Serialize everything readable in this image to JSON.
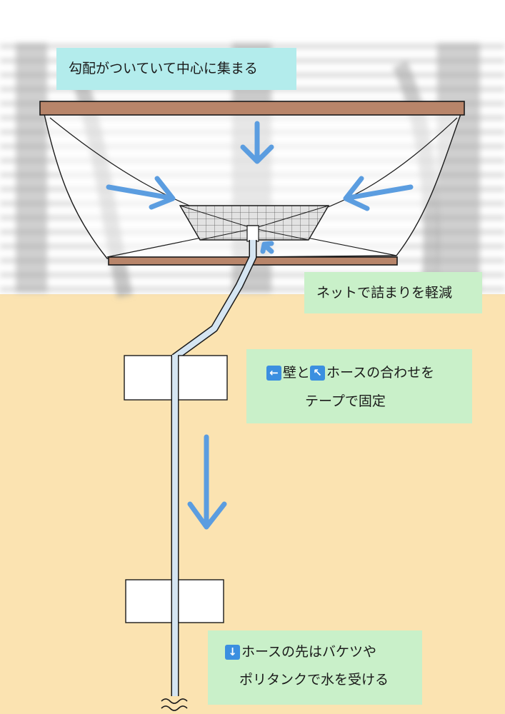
{
  "labels": {
    "slope": "勾配がついていて中心に集まる",
    "net": "ネットで詰まりを軽減",
    "tape_line1": "壁と",
    "tape_line1b": "ホースの合わせを",
    "tape_line2": "テープで固定",
    "hose_line1": "ホースの先はバケツや",
    "hose_line2": "ポリタンクで水を受ける"
  },
  "icons": {
    "arrow_left": "←",
    "arrow_upleft": "↖",
    "arrow_down": "↓"
  },
  "colors": {
    "wall": "#fbe3b1",
    "label_green": "#c9f0c9",
    "label_cyan": "#b3ecec",
    "frame": "#b8856a",
    "arrow": "#5b9de0",
    "hose": "#d5e5f2",
    "emoji_bg": "#3b8fe0"
  }
}
